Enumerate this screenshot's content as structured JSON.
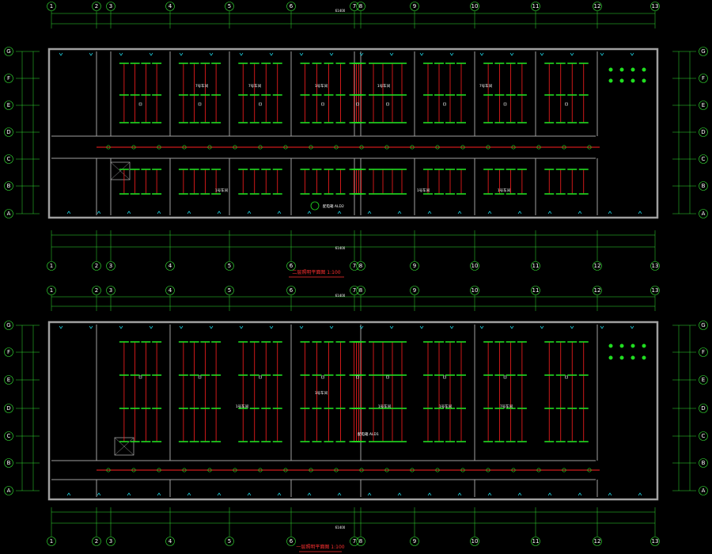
{
  "drawing": {
    "colors": {
      "background": "#000000",
      "axis": "#33dd33",
      "wall": "#a0a0a0",
      "wiring": "#ff2020",
      "fixture": "#20dd20",
      "symbol": "#20d8e8",
      "text": "#ffffff",
      "title": "#ff3030"
    },
    "column_axes": [
      "1",
      "2",
      "3",
      "4",
      "5",
      "6",
      "7",
      "8",
      "9",
      "10",
      "11",
      "12",
      "13"
    ],
    "row_axes": [
      "G",
      "F",
      "E",
      "D",
      "C",
      "B",
      "A"
    ],
    "plans": [
      {
        "title": "二层照明平面图 1:100",
        "overall_dimension": "61400",
        "rooms": [
          {
            "label": "7号车间"
          },
          {
            "label": "7号车间"
          },
          {
            "label": "1号车间"
          },
          {
            "label": "1号车间"
          },
          {
            "label": "7号车间"
          },
          {
            "label": "1号车间"
          },
          {
            "label": "1号车间"
          },
          {
            "label": "1号车间"
          }
        ],
        "note": "配电箱 ALD2"
      },
      {
        "title": "一层照明平面图 1:100",
        "overall_dimension": "61400",
        "rooms": [
          {
            "label": "1号车间"
          },
          {
            "label": "1号车间"
          },
          {
            "label": "1号车间"
          },
          {
            "label": "1号车间"
          },
          {
            "label": "7号车间"
          }
        ],
        "note": "配电箱 ALD1"
      }
    ]
  }
}
